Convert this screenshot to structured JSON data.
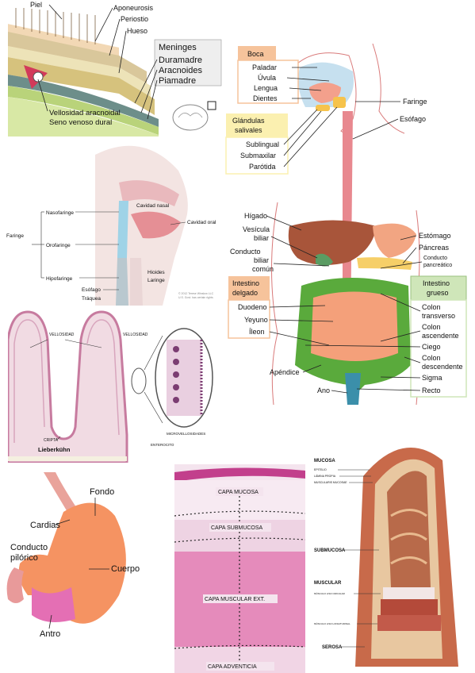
{
  "meninges": {
    "labels": {
      "piel": "Piel",
      "aponeurosis": "Aponeurosis",
      "periostio": "Periostio",
      "hueso": "Hueso",
      "vellosidad": "Vellosidad aracnoidal",
      "seno": "Seno venoso dural"
    },
    "legend": {
      "title": "Meninges",
      "items": [
        "Duramadre",
        "Aracnoides",
        "Piamadre"
      ]
    }
  },
  "pharynx": {
    "left_title": "Faringe",
    "left": [
      "Nasofaringe",
      "Orofaringe",
      "Hipofaringe"
    ],
    "right": [
      "Cavidad nasal",
      "Cavidad oral",
      "Hioides",
      "Laringe"
    ],
    "bottom": [
      "Esófago",
      "Tráquea"
    ],
    "copyright_line1": "© 2012 Terese Winslow LLC",
    "copyright_line2": "U.S. Govt. has certain rights"
  },
  "villus": {
    "labels": [
      "VELLOSIDAD",
      "VELLOSIDAD"
    ],
    "cripta": "CRIPTA",
    "lieberkuhn": "Lieberkühn",
    "microvellosidades": "MICROVELLOSIDADES",
    "enterocito": "ENTEROCITO"
  },
  "digestive": {
    "boxes": {
      "boca": "Boca",
      "glandulas": [
        "Glándulas",
        "salivales"
      ],
      "intestino_delgado": [
        "Intestino",
        "delgado"
      ],
      "intestino_grueso": [
        "Intestino",
        "grueso"
      ]
    },
    "colors": {
      "box_orange": "#f6c39b",
      "box_yellow": "#fbf0b0",
      "box_green": "#cfe6b9"
    },
    "mouth_labels": [
      "Paladar",
      "Úvula",
      "Lengua",
      "Dientes"
    ],
    "gland_labels": [
      "Sublingual",
      "Submaxilar",
      "Parótida"
    ],
    "right_top": [
      "Faringe",
      "Esófago"
    ],
    "left_mid": {
      "higado": "Hígado",
      "vesicula": [
        "Vesícula",
        "biliar"
      ],
      "conducto": [
        "Conducto",
        "biliar",
        "común"
      ]
    },
    "right_mid": {
      "estomago": "Estómago",
      "pancreas": "Páncreas",
      "conducto_pancreatico": [
        "Conducto",
        "pancreático"
      ]
    },
    "small_labels": [
      "Duodeno",
      "Yeyuno",
      "Íleon"
    ],
    "large_labels": [
      [
        "Colon",
        "transverso"
      ],
      [
        "Colon",
        "ascendente"
      ],
      [
        "Ciego"
      ],
      [
        "Colon",
        "descendente"
      ],
      [
        "Sigma"
      ],
      [
        "Recto"
      ]
    ],
    "bottom": {
      "apendice": "Apéndice",
      "ano": "Ano"
    }
  },
  "stomach": {
    "fondo": "Fondo",
    "cardias": "Cardias",
    "conducto": [
      "Conducto",
      "pilórico"
    ],
    "cuerpo": "Cuerpo",
    "antro": "Antro"
  },
  "histology": {
    "layers": [
      "CAPA MUCOSA",
      "CAPA SUBMUCOSA",
      "CAPA MUSCULAR EXT.",
      "CAPA ADVENTICIA"
    ]
  },
  "wall": {
    "mucosa": "MUCOSA",
    "mucosa_sub": [
      "EPITELIO",
      "LÁMINA PROPIA",
      "MUSCULARIS MUCOSAE"
    ],
    "submucosa": "SUBMUCOSA",
    "muscular": "MUSCULAR",
    "muscular_sub": [
      "MÚSCULO LISO CIRCULAR",
      "MÚSCULO LISO LONGITUDINAL"
    ],
    "serosa": "SEROSA"
  }
}
